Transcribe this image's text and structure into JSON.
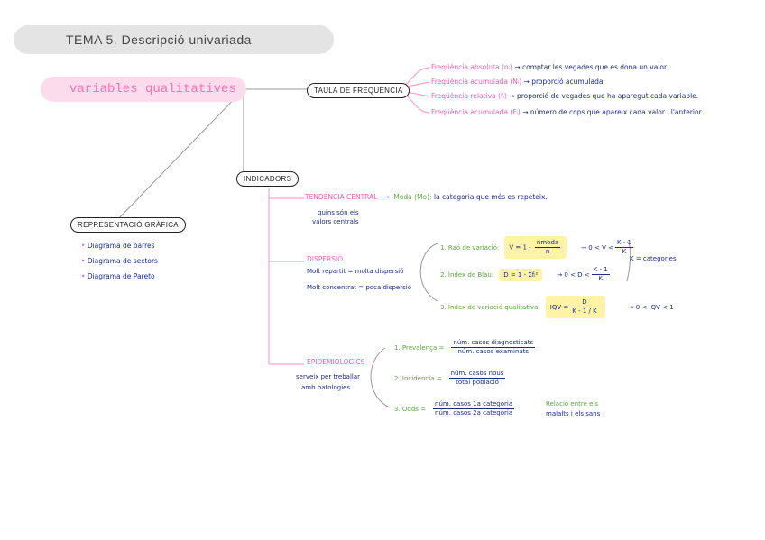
{
  "title": "TEMA 5. Descripció univariada",
  "main_topic": "variables qualitatives",
  "taula": {
    "label": "TAULA DE FREQÜÈNCIA",
    "items": [
      {
        "term": "Freqüència absoluta (nᵢ)",
        "arrow": "→",
        "def": "comptar les vegades que es dona un valor."
      },
      {
        "term": "Freqüència acumulada (Nᵢ)",
        "arrow": "→",
        "def": "proporció acumulada."
      },
      {
        "term": "Freqüència relativa (fᵢ)",
        "arrow": "→",
        "def": "proporció de vegades que ha aparegut cada variable."
      },
      {
        "term": "Freqüència acumulada (Fᵢ)",
        "arrow": "→",
        "def": "número de cops que apareix cada valor i l'anterior."
      }
    ]
  },
  "representacio": {
    "label": "REPRESENTACIÓ GRÀFICA",
    "items": [
      "Diagrama de barres",
      "Diagrama de sectors",
      "Diagrama de Pareto"
    ]
  },
  "indicadors": {
    "label": "INDICADORS",
    "tendencia": {
      "label": "TENDÈNCIA CENTRAL",
      "arrow": "⟶",
      "moda": "Moda (Mo):",
      "moda_def": "la categoria que més es repeteix.",
      "note_1": "quins són els",
      "note_2": "valors centrals"
    },
    "dispersio": {
      "label": "DISPERSIÓ",
      "note_1": "Molt repartit = molta dispersió",
      "note_2": "Molt concentrat = poca dispersió",
      "k_note": "K = categories",
      "items": [
        {
          "label": "1. Raó de variació:",
          "formula_lhs": "V = 1 -",
          "num": "nmoda",
          "den": "n",
          "range": "→ 0 < V <",
          "rnum": "K - 1",
          "rden": "K"
        },
        {
          "label": "2. Índex de Blau:",
          "formula_lhs": "D = 1 - Σfᵢ²",
          "num": "",
          "den": "",
          "range": "→ 0 < D <",
          "rnum": "K - 1",
          "rden": "K"
        },
        {
          "label": "3. Índex de variació qualitativa:",
          "formula_lhs": "IQV =",
          "num": "D",
          "den": "K - 1 / K",
          "range": "→ 0 < IQV < 1",
          "rnum": "",
          "rden": ""
        }
      ]
    },
    "epidemiologic": {
      "label": "EPIDEMIOLÒGICS",
      "note_1": "serveix per treballar",
      "note_2": "amb patologies",
      "items": [
        {
          "label": "1. Prevalença =",
          "num": "núm. casos diagnosticats",
          "den": "núm. casos examinats"
        },
        {
          "label": "2. Incidència =",
          "num": "núm. casos nous",
          "den": "total població"
        },
        {
          "label": "3. Odds =",
          "num": "núm. casos 1a categoria",
          "den": "núm. casos 2a categoria"
        }
      ],
      "odds_note_1": "Relació entre els",
      "odds_note_2": "malalts i els sans"
    }
  },
  "colors": {
    "pink": "#f45ab0",
    "blue": "#1a2a8c",
    "green": "#58a83a",
    "highlight": "#fff3a6",
    "title_bg": "#e4e4e4",
    "main_bg": "#fcdcec"
  }
}
